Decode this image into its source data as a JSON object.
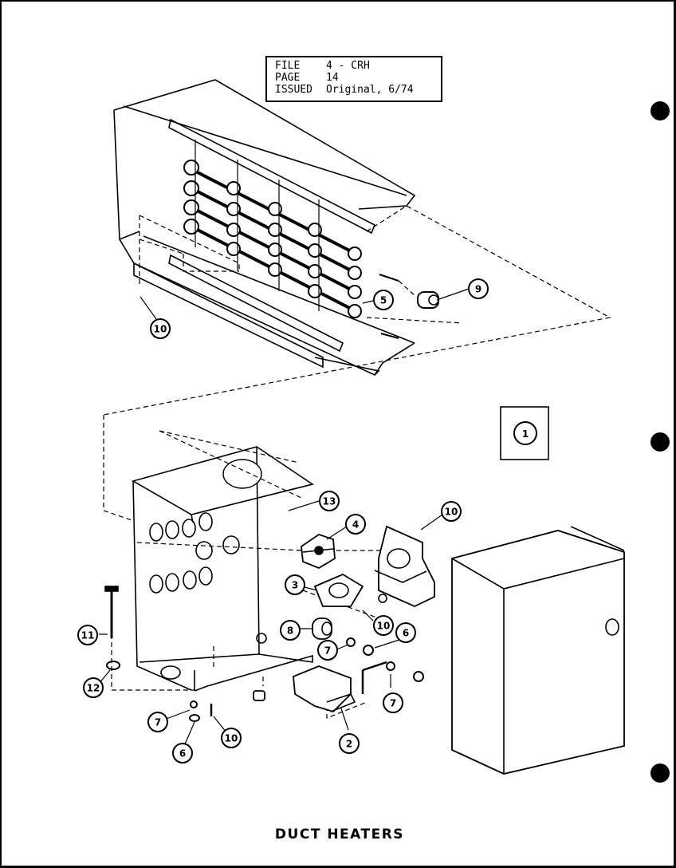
{
  "file_block": {
    "file_label": "FILE",
    "file_value": "4 - CRH",
    "page_label": "PAGE",
    "page_value": "14",
    "issued_label": "ISSUED",
    "issued_value": "Original, 6/74"
  },
  "figure_id": "1",
  "title": "DUCT HEATERS",
  "callouts": {
    "heater_terminal": "9",
    "heater_element": "5",
    "heater_screw": "10",
    "box_screw": "13",
    "limit_switch": "4",
    "bracket_screw": "10",
    "relay": "3",
    "relay_screw": "10",
    "bushing": "8",
    "washer_mid": "7",
    "nut_mid": "6",
    "washer_right": "7",
    "bolt": "11",
    "nut_left": "12",
    "washer_bottom": "7",
    "nut_bottom": "6",
    "screw_bottom": "10",
    "contactor": "2"
  },
  "colors": {
    "ink": "#000000",
    "paper": "#ffffff"
  }
}
